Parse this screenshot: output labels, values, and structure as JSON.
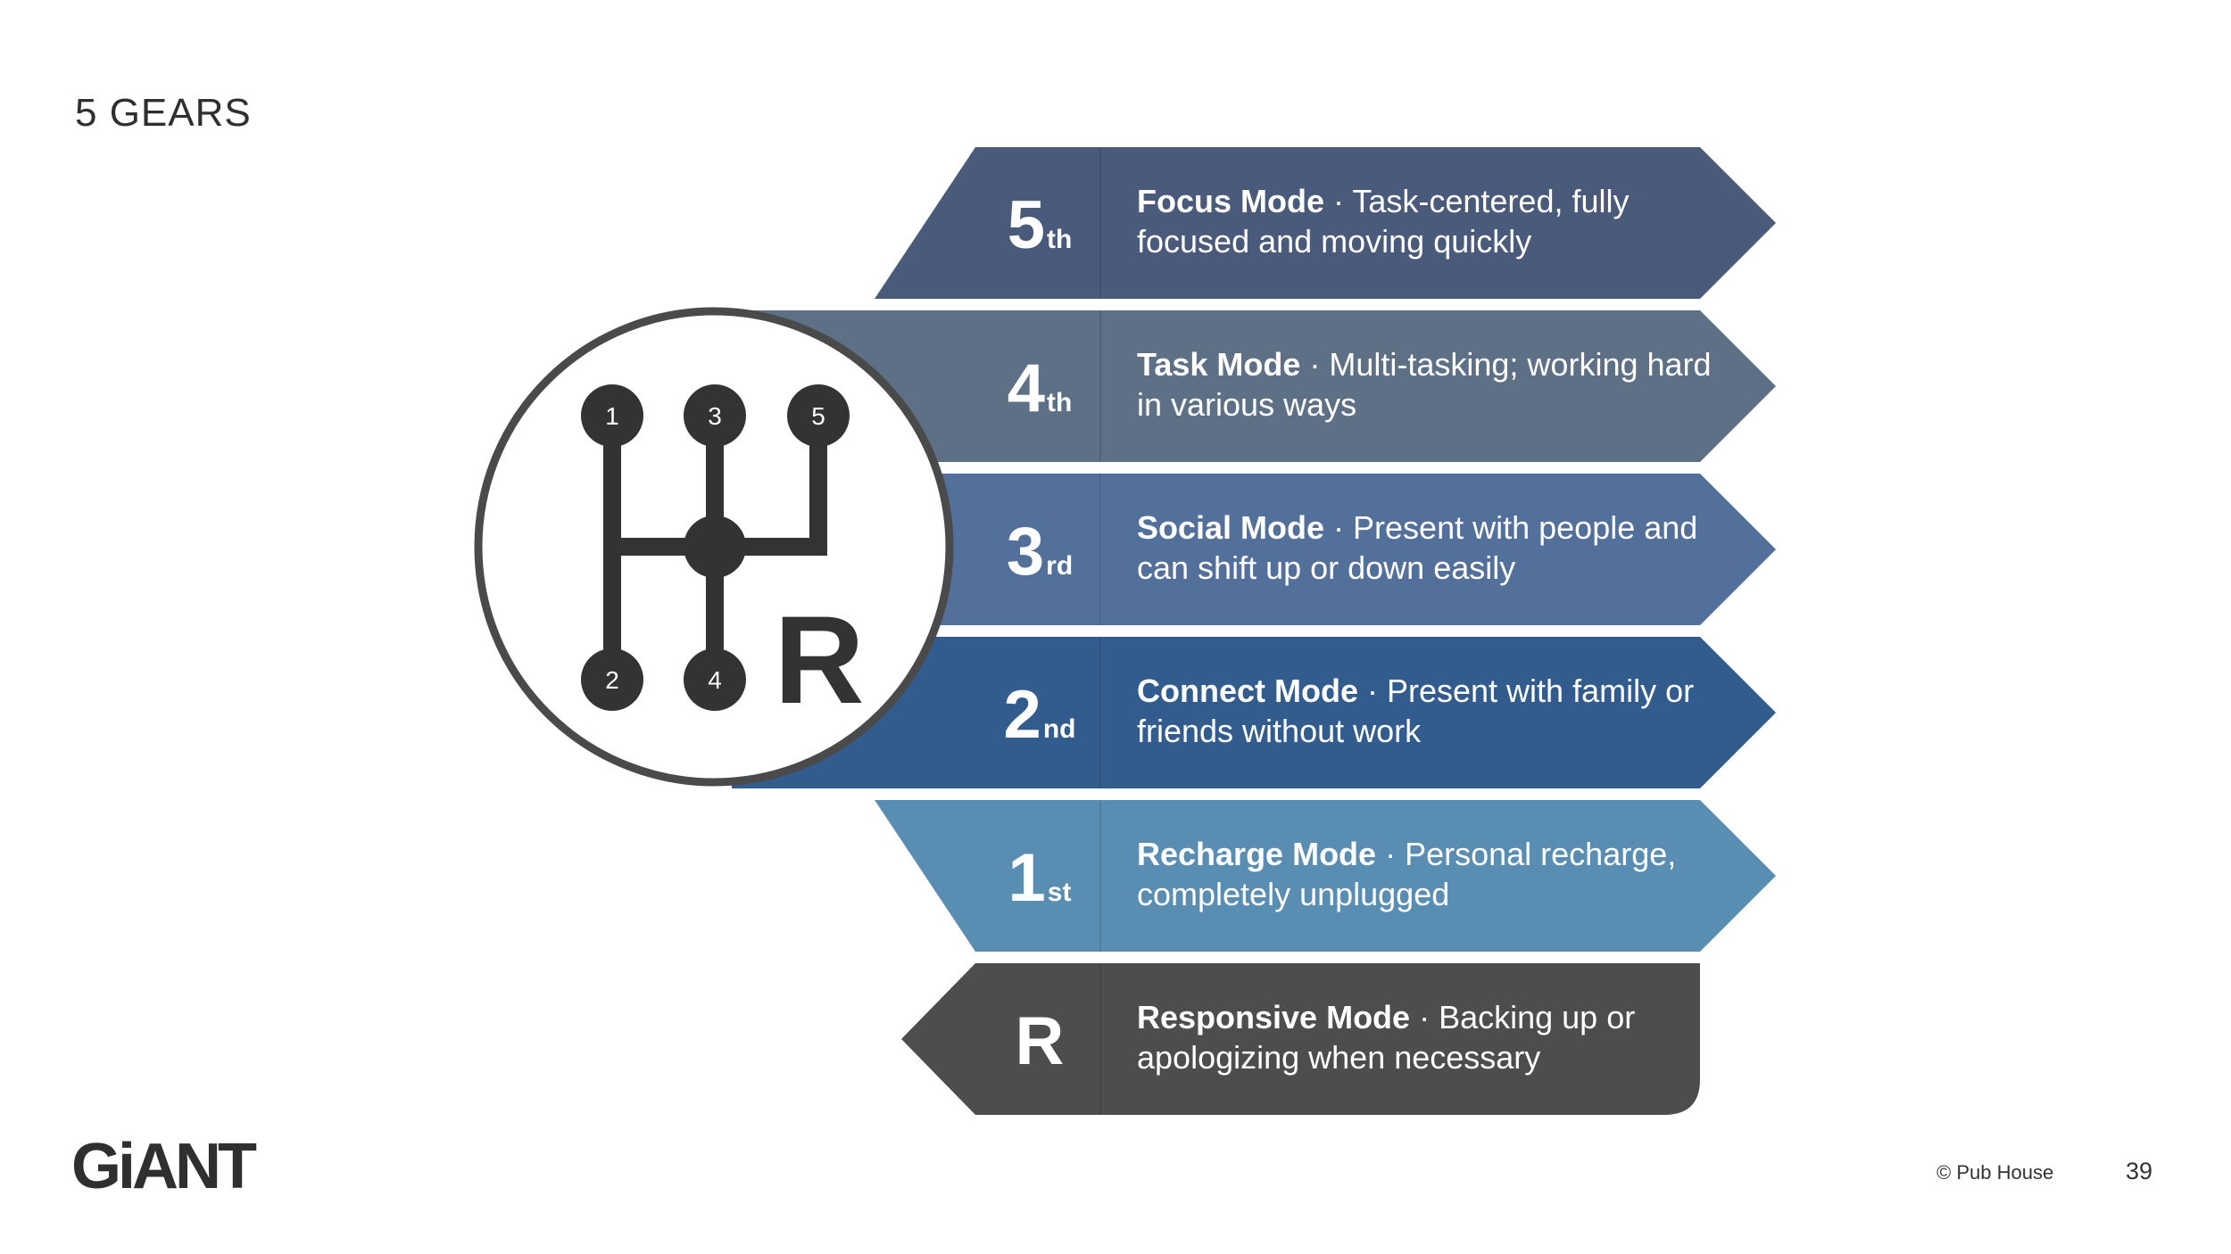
{
  "title": "5 GEARS",
  "shifter": {
    "knob_labels": [
      "1",
      "3",
      "5",
      "2",
      "4"
    ],
    "reverse_label": "R",
    "colors": {
      "ring": "#4a4a4a",
      "pattern": "#333333",
      "fill": "#ffffff"
    }
  },
  "gears": [
    {
      "number": "5",
      "suffix": "th",
      "mode": "Focus Mode",
      "desc_line1": " · Task-centered, fully",
      "desc_line2": "focused and moving quickly",
      "color": "#4a5a7b"
    },
    {
      "number": "4",
      "suffix": "th",
      "mode": "Task Mode",
      "desc_line1": " · Multi-tasking; working hard",
      "desc_line2": "in various ways",
      "color": "#5d7085"
    },
    {
      "number": "3",
      "suffix": "rd",
      "mode": "Social Mode",
      "desc_line1": " · Present with people and",
      "desc_line2": "can shift up or down easily",
      "color": "#53709b"
    },
    {
      "number": "2",
      "suffix": "nd",
      "mode": "Connect Mode",
      "desc_line1": " · Present with family or",
      "desc_line2": "friends without work",
      "color": "#335c8e"
    },
    {
      "number": "1",
      "suffix": "st",
      "mode": "Recharge Mode",
      "desc_line1": " · Personal recharge,",
      "desc_line2": "completely unplugged",
      "color": "#5a8db2"
    },
    {
      "number": "R",
      "suffix": "",
      "mode": "Responsive Mode",
      "desc_line1": " · Backing up or",
      "desc_line2": "apologizing when necessary",
      "color": "#4d4d4d"
    }
  ],
  "footer": {
    "logo": "GiANT",
    "copyright": "© Pub House",
    "page_number": "39"
  }
}
